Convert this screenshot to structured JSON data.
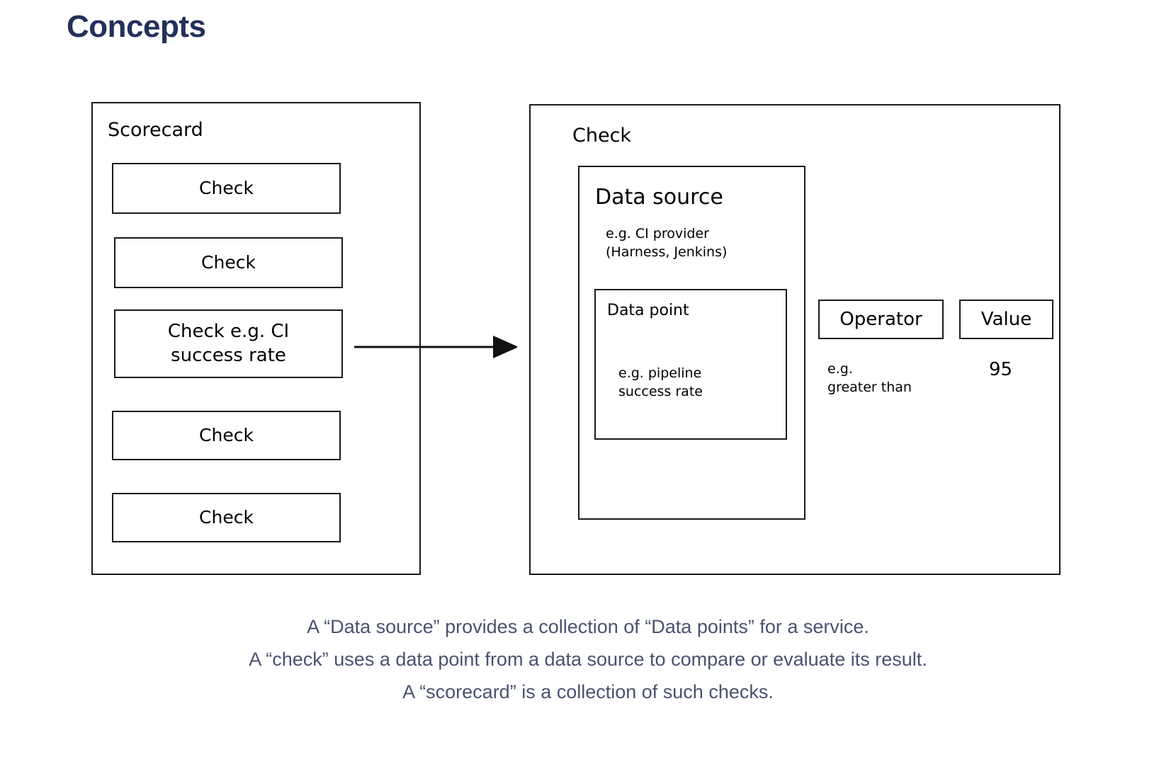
{
  "page": {
    "title": "Concepts",
    "title_color": "#22305a",
    "background": "#ffffff",
    "stroke_color": "#1a1a1a"
  },
  "diagram": {
    "scorecard": {
      "title": "Scorecard",
      "checks": [
        {
          "label": "Check"
        },
        {
          "label": "Check"
        },
        {
          "label": "Check e.g. CI\nsuccess rate"
        },
        {
          "label": "Check"
        },
        {
          "label": "Check"
        }
      ]
    },
    "connector": {
      "icon": "arrow-right-icon"
    },
    "check": {
      "title": "Check",
      "data_source": {
        "title": "Data source",
        "example": "e.g. CI provider\n(Harness, Jenkins)",
        "data_point": {
          "title": "Data point",
          "example": "e.g. pipeline\nsuccess rate"
        }
      },
      "operator": {
        "label": "Operator",
        "example": "e.g.\ngreater than"
      },
      "value": {
        "label": "Value",
        "example": "95"
      }
    }
  },
  "caption": {
    "line1": "A “Data source” provides a collection of “Data points” for a service.",
    "line2": "A “check” uses a data point from a data source to compare or evaluate its result.",
    "line3": "A “scorecard” is a collection of such checks.",
    "color": "#4a5270"
  }
}
